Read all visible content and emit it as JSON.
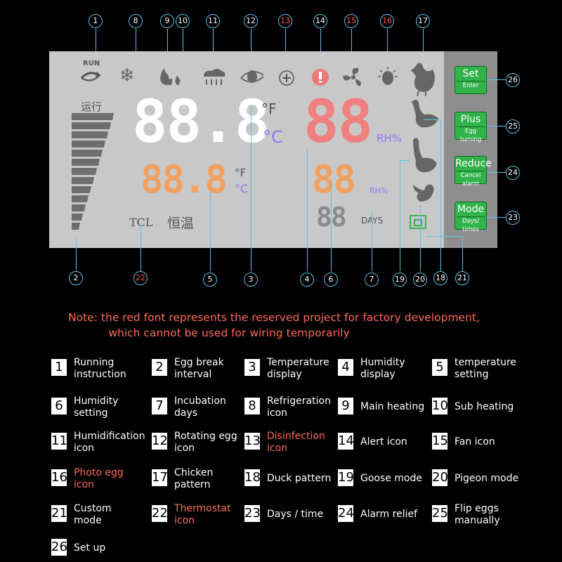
{
  "callouts": {
    "top": [
      "1",
      "8",
      "9",
      "10",
      "11",
      "12",
      "13",
      "14",
      "15",
      "16",
      "17"
    ],
    "right": [
      "26",
      "25",
      "24",
      "23"
    ],
    "bottom": [
      "2",
      "22",
      "5",
      "3",
      "4",
      "6",
      "7",
      "19",
      "20",
      "18",
      "21"
    ]
  },
  "lcd": {
    "run_label": "RUN",
    "running_cn": "运行",
    "main_temp": "88.8",
    "unit_f": "°F",
    "unit_c": "°C",
    "main_humidity": "88",
    "rh": "RH%",
    "set_temp": "88.8",
    "set_humidity": "88",
    "days_value": "88",
    "days_label": "DAYS",
    "tcl": "TCL",
    "thermostat_cn": "恒温"
  },
  "buttons": [
    {
      "main": "Set",
      "sub": "Enter"
    },
    {
      "main": "Plus",
      "sub": "Egg turning"
    },
    {
      "main": "Reduce",
      "sub": "Cancel alarm"
    },
    {
      "main": "Mode",
      "sub": "Days/ times"
    }
  ],
  "note": {
    "line1": "Note: the red font represents the reserved project for factory development,",
    "line2": "which cannot be used for wiring temporarily"
  },
  "legend": [
    {
      "num": "1",
      "label": "Running\ninstruction",
      "red": false
    },
    {
      "num": "2",
      "label": "Egg break\ninterval",
      "red": false
    },
    {
      "num": "3",
      "label": "Temperature\ndisplay",
      "red": false
    },
    {
      "num": "4",
      "label": "Humidity\ndisplay",
      "red": false
    },
    {
      "num": "5",
      "label": "temperature\nsetting",
      "red": false
    },
    {
      "num": "6",
      "label": "Humidity\nsetting",
      "red": false
    },
    {
      "num": "7",
      "label": "Incubation\ndays",
      "red": false
    },
    {
      "num": "8",
      "label": "Refrigeration\nicon",
      "red": false
    },
    {
      "num": "9",
      "label": "Main heating",
      "red": false
    },
    {
      "num": "10",
      "label": "Sub heating",
      "red": false
    },
    {
      "num": "11",
      "label": "Humidification\nicon",
      "red": false
    },
    {
      "num": "12",
      "label": "Rotating egg\nicon",
      "red": false
    },
    {
      "num": "13",
      "label": "Disinfection\nicon",
      "red": true
    },
    {
      "num": "14",
      "label": "Alert icon",
      "red": false
    },
    {
      "num": "15",
      "label": "Fan icon",
      "red": false
    },
    {
      "num": "16",
      "label": "Photo egg\nicon",
      "red": true
    },
    {
      "num": "17",
      "label": "Chicken\npattern",
      "red": false
    },
    {
      "num": "18",
      "label": "Duck pattern",
      "red": false
    },
    {
      "num": "19",
      "label": "Goose mode",
      "red": false
    },
    {
      "num": "20",
      "label": "Pigeon mode",
      "red": false
    },
    {
      "num": "21",
      "label": "Custom\nmode",
      "red": false
    },
    {
      "num": "22",
      "label": "Thermostat\nicon",
      "red": true
    },
    {
      "num": "23",
      "label": "Days / time",
      "red": false
    },
    {
      "num": "24",
      "label": "Alarm relief",
      "red": false
    },
    {
      "num": "25",
      "label": "Flip eggs\nmanually",
      "red": false
    },
    {
      "num": "26",
      "label": "Set up",
      "red": false
    }
  ],
  "colors": {
    "callout_ring": "#5fc0e8",
    "reserved_red": "#ff5a4a",
    "temp_white": "#ffffff",
    "humidity_red": "#f08080",
    "setting_orange": "#f0a060",
    "unit_purple": "#8a7cf0",
    "button_green": "#32b24a"
  }
}
